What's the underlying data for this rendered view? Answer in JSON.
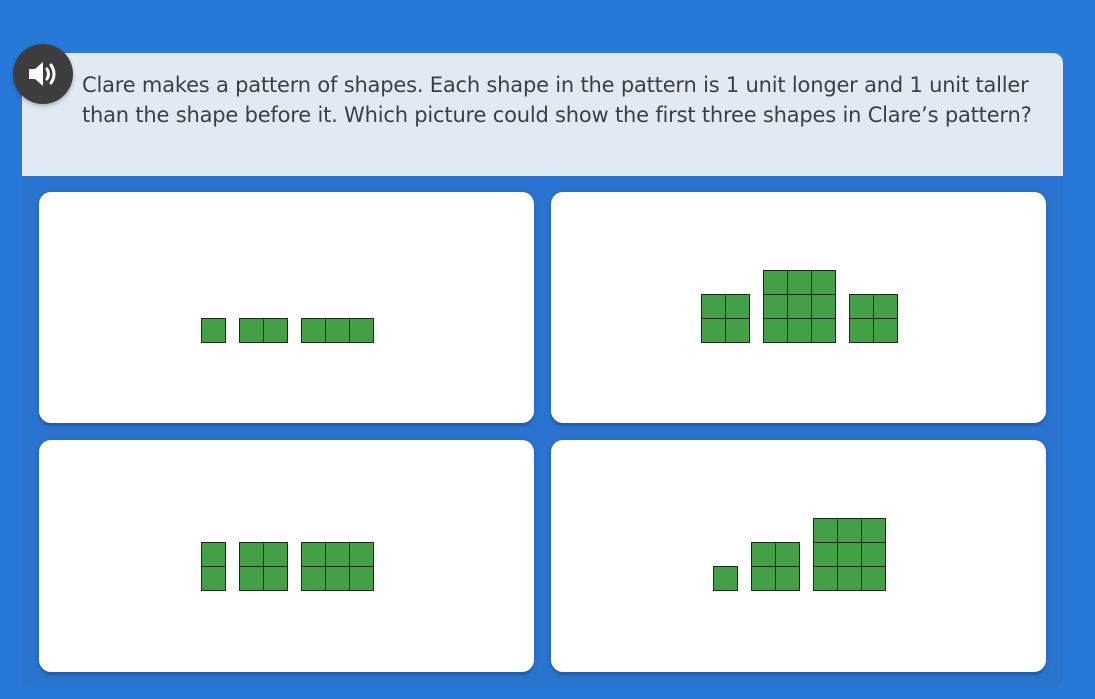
{
  "question": {
    "text": "Clare makes a pattern of shapes. Each shape in the pattern is 1 unit longer and 1 unit taller than the shape before it. Which picture could show the first three shapes in Clare’s pattern?",
    "audio_icon": "speaker-icon"
  },
  "colors": {
    "background": "#2778d8",
    "tile_fill": "#43a047",
    "tile_stroke": "#1e2a1e",
    "question_panel": "#e1e9f3"
  },
  "options": [
    {
      "id": "option-a",
      "shapes": [
        {
          "cols": 1,
          "rows": 1
        },
        {
          "cols": 2,
          "rows": 1
        },
        {
          "cols": 3,
          "rows": 1
        }
      ]
    },
    {
      "id": "option-b",
      "shapes": [
        {
          "cols": 2,
          "rows": 2
        },
        {
          "cols": 3,
          "rows": 3
        },
        {
          "cols": 2,
          "rows": 2
        }
      ]
    },
    {
      "id": "option-c",
      "shapes": [
        {
          "cols": 1,
          "rows": 2
        },
        {
          "cols": 2,
          "rows": 2
        },
        {
          "cols": 3,
          "rows": 2
        }
      ]
    },
    {
      "id": "option-d",
      "shapes": [
        {
          "cols": 1,
          "rows": 1
        },
        {
          "cols": 2,
          "rows": 2
        },
        {
          "cols": 3,
          "rows": 3
        }
      ]
    }
  ]
}
